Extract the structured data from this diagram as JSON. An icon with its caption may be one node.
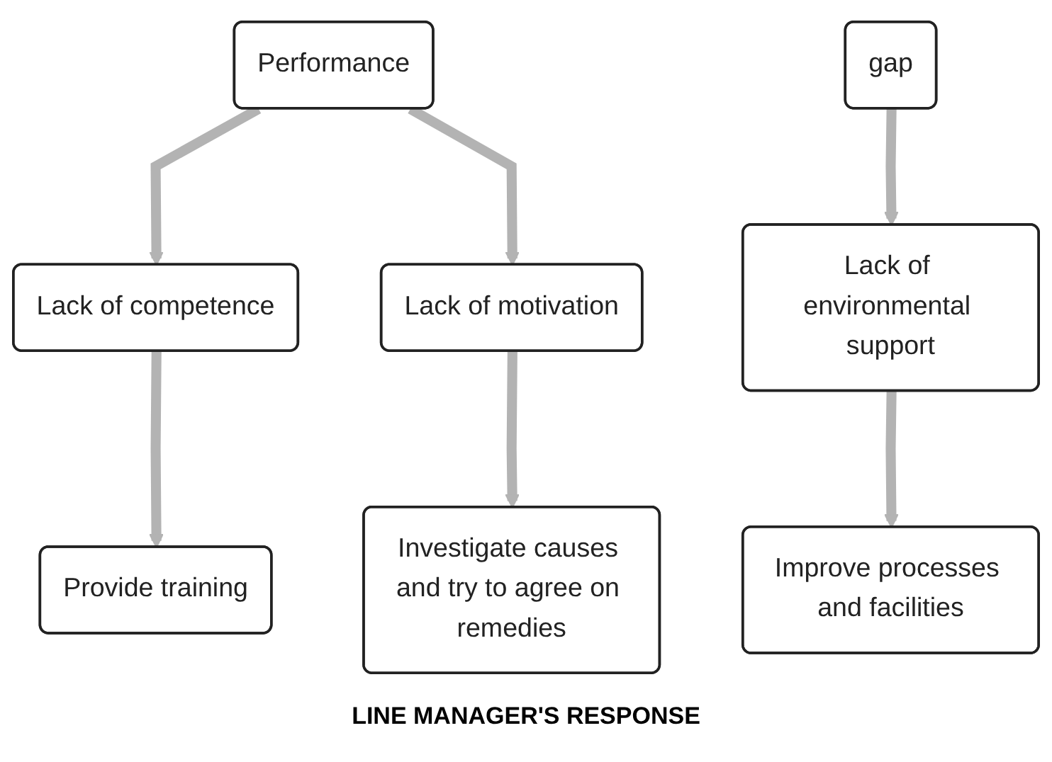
{
  "diagram": {
    "caption": "LINE MANAGER'S RESPONSE",
    "nodes": [
      {
        "text": [
          "Performance"
        ]
      },
      {
        "text": [
          "gap"
        ]
      },
      {
        "text": [
          "Lack of competence"
        ]
      },
      {
        "text": [
          "Lack of motivation"
        ]
      },
      {
        "text": [
          "Lack of environmental support"
        ]
      },
      {
        "text": [
          "Provide training"
        ]
      },
      {
        "text": [
          "Investigate causes and try to agree on remedies"
        ]
      },
      {
        "text": [
          "Improve processes and facilities"
        ]
      }
    ],
    "edges": [
      {
        "from": 0,
        "to": 2,
        "arrow": "to"
      },
      {
        "from": 0,
        "to": 3,
        "arrow": "to"
      },
      {
        "from": 1,
        "to": 4,
        "arrow": "to"
      },
      {
        "from": 2,
        "to": 5,
        "arrow": "to"
      },
      {
        "from": 3,
        "to": 6,
        "arrow": "to"
      },
      {
        "from": 4,
        "to": 7,
        "arrow": "to"
      }
    ]
  }
}
